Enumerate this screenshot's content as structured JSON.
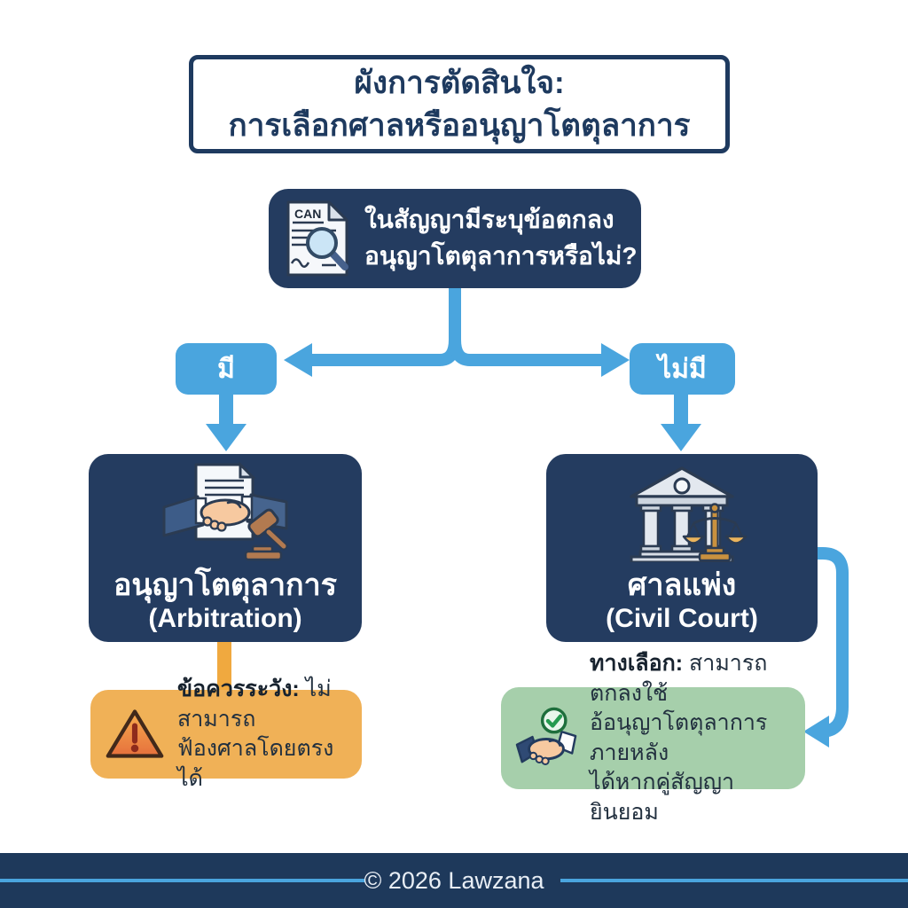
{
  "title": {
    "line1": "ผังการตัดสินใจ:",
    "line2": "การเลือกศาลหรืออนุญาโตตุลาการ"
  },
  "question": {
    "icon": "contract-search-icon",
    "doc_label": "CAN",
    "line1": "ในสัญญามีระบุข้อตกลง",
    "line2": "อนุญาโตตุลาการหรือไม่?"
  },
  "branches": {
    "has_label": "มี",
    "has_not_label": "ไม่มี"
  },
  "nodes": {
    "arbitration": {
      "icon": "handshake-gavel-icon",
      "title_th": "อนุญาโตตุลาการ",
      "title_en": "(Arbitration)"
    },
    "civil_court": {
      "icon": "courthouse-scales-icon",
      "title_th": "ศาลแพ่ง",
      "title_en": "(Civil Court)"
    }
  },
  "notes": {
    "warning": {
      "icon": "warning-triangle-icon",
      "label": "ข้อควรระวัง:",
      "line1": " ไม่สามารถ",
      "line2": "ฟ้องศาลโดยตรงได้"
    },
    "option": {
      "icon": "handshake-check-icon",
      "label": "ทางเลือก:",
      "line1": " สามารถตกลงใช้",
      "line2": "อ้อนุญาโตตุลาการภายหลัง",
      "line3": "ได้หากคู่สัญญายินยอม"
    }
  },
  "footer": {
    "copyright": "© 2026 Lawzana"
  },
  "colors": {
    "navy": "#243C60",
    "navy_text": "#1E3A5F",
    "light_blue": "#4AA5DE",
    "orange": "#F0B157",
    "orange_connector": "#F0A93F",
    "green": "#A6CFAB",
    "footer_navy": "#1E395B",
    "white": "#FFFFFF"
  }
}
